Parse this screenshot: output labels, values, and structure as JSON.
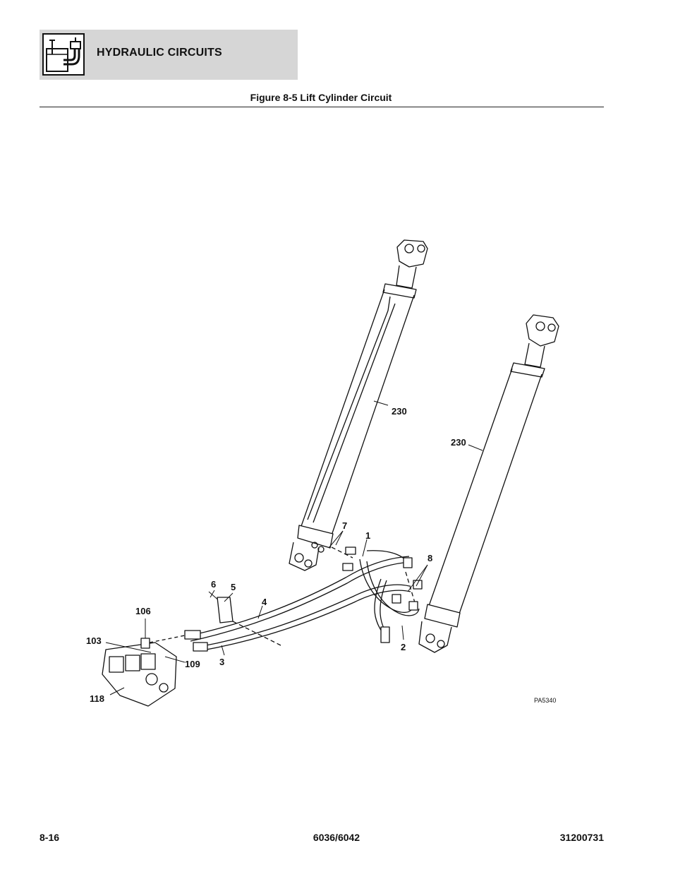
{
  "header": {
    "section_title": "HYDRAULIC CIRCUITS",
    "icon": "hydraulic-circuits-icon"
  },
  "figure": {
    "title": "Figure 8-5 Lift Cylinder Circuit",
    "code": "PA5340",
    "callouts": {
      "c230a": "230",
      "c230b": "230",
      "c7": "7",
      "c1": "1",
      "c8": "8",
      "c6": "6",
      "c5": "5",
      "c4": "4",
      "c106": "106",
      "c103": "103",
      "c109": "109",
      "c3": "3",
      "c2": "2",
      "c118": "118"
    }
  },
  "footer": {
    "page": "8-16",
    "model": "6036/6042",
    "doc_number": "31200731"
  }
}
